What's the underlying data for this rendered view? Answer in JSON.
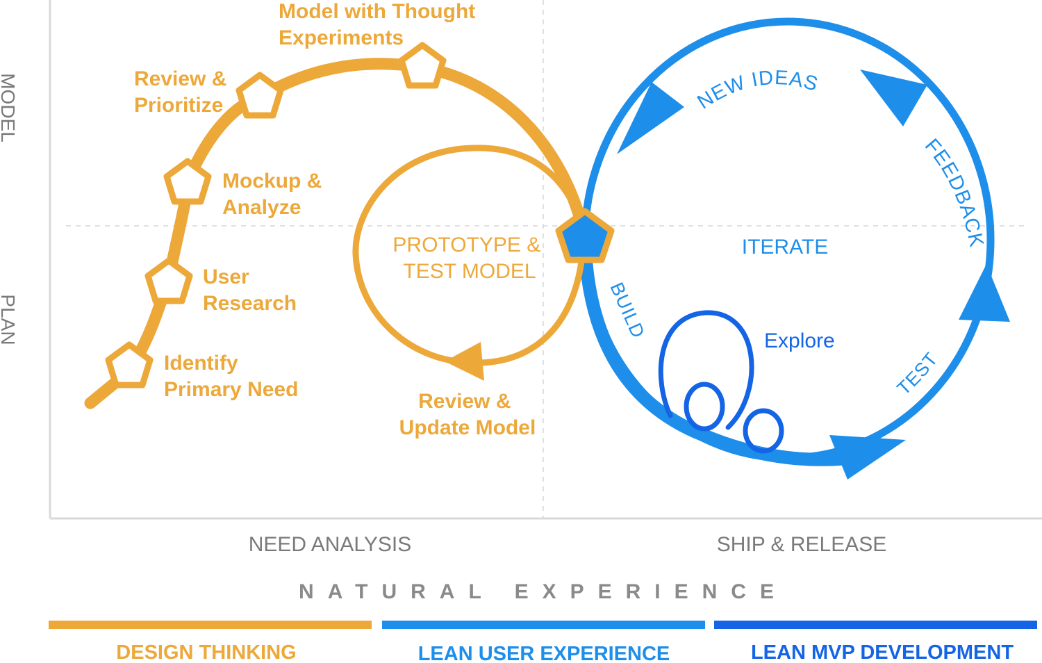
{
  "axes": {
    "y_top": "MODEL",
    "y_bottom": "PLAN",
    "x_left": "NEED ANALYSIS",
    "x_right": "SHIP & RELEASE"
  },
  "design_thinking_steps": {
    "step1": [
      "Identify",
      "Primary Need"
    ],
    "step2": [
      "User",
      "Research"
    ],
    "step3": [
      "Mockup &",
      "Analyze"
    ],
    "step4": [
      "Review &",
      "Prioritize"
    ],
    "step5": [
      "Model with Thought",
      "Experiments"
    ]
  },
  "prototype_loop": {
    "center": [
      "PROTOTYPE &",
      "TEST MODEL"
    ],
    "bottom": [
      "Review &",
      "Update Model"
    ]
  },
  "lean_loop": {
    "new_ideas": "NEW IDEAS",
    "feedback": "FEEDBACK",
    "iterate": "ITERATE",
    "build": "BUILD",
    "test": "TEST",
    "explore": "Explore"
  },
  "footer": {
    "natural_experience": "NATURAL EXPERIENCE",
    "design_thinking": "DESIGN THINKING",
    "lean_ux": "LEAN USER EXPERIENCE",
    "lean_mvp": "LEAN MVP DEVELOPMENT"
  },
  "colors": {
    "orange": "#EDA83A",
    "blue": "#1D8EEA",
    "dark_blue": "#1464E6",
    "axis_gray": "#7A7A7A"
  }
}
